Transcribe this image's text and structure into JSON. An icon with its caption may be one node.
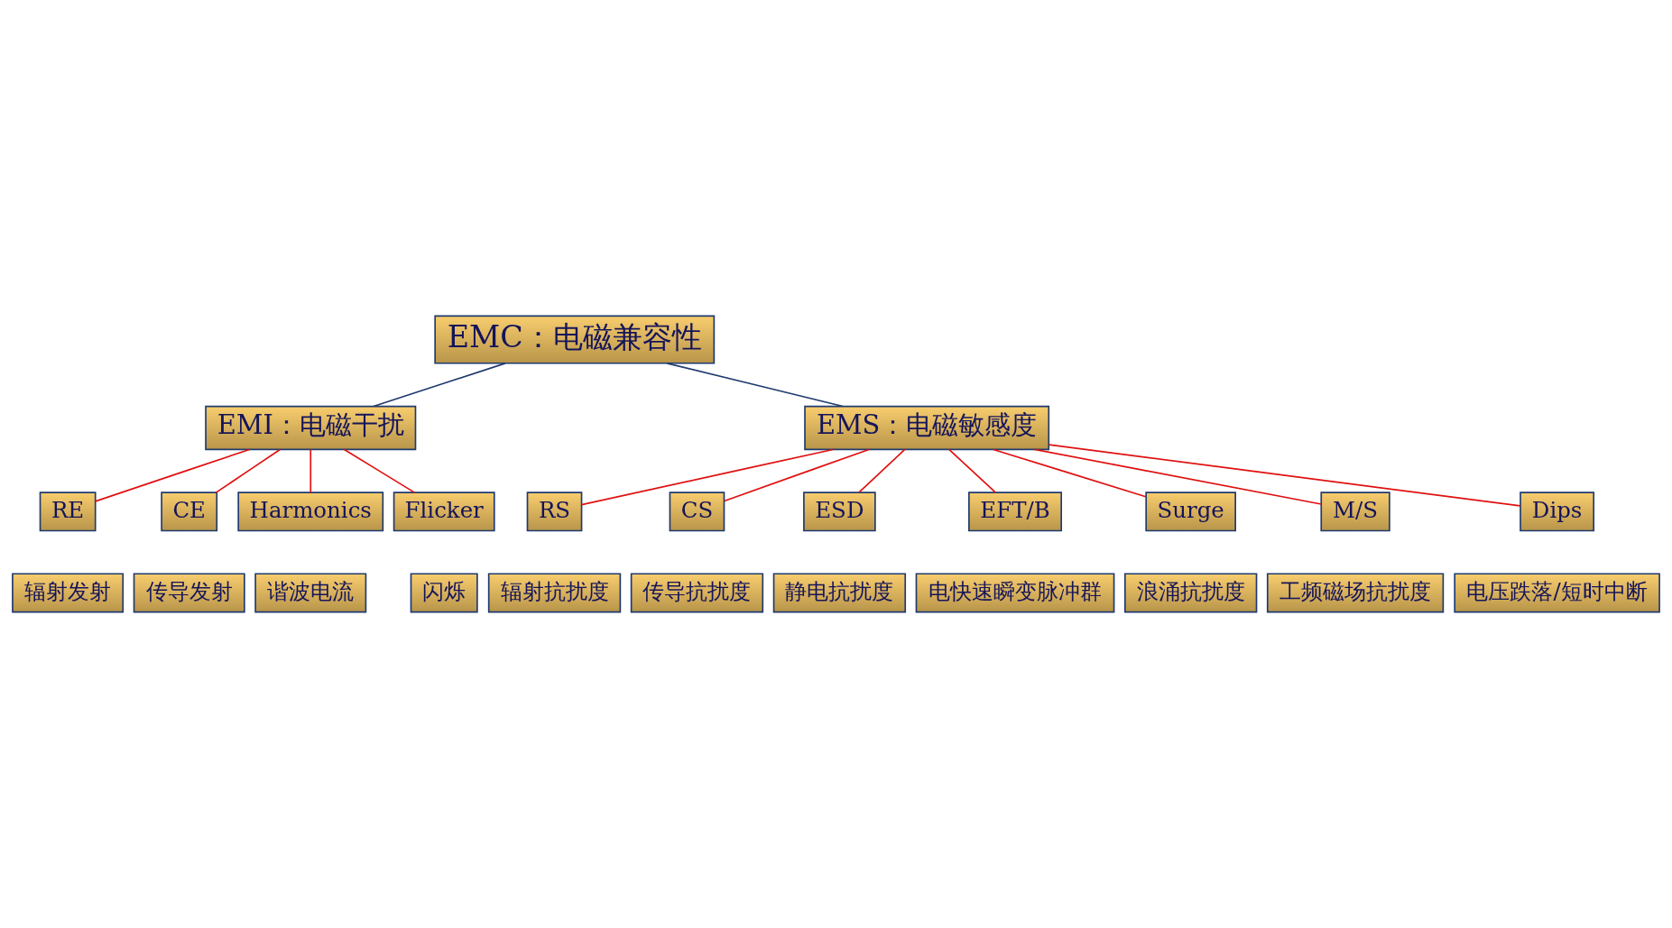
{
  "diagram": {
    "nodes": [
      {
        "text": [
          "EMC：电磁兼容性"
        ]
      },
      {
        "text": [
          "EMI：电磁干扰"
        ]
      },
      {
        "text": [
          "EMS：电磁敏感度"
        ]
      },
      {
        "text": [
          "RE"
        ]
      },
      {
        "text": [
          "CE"
        ]
      },
      {
        "text": [
          "Harmonics"
        ]
      },
      {
        "text": [
          "Flicker"
        ]
      },
      {
        "text": [
          "RS"
        ]
      },
      {
        "text": [
          "CS"
        ]
      },
      {
        "text": [
          "ESD"
        ]
      },
      {
        "text": [
          "EFT/B"
        ]
      },
      {
        "text": [
          "Surge"
        ]
      },
      {
        "text": [
          "M/S"
        ]
      },
      {
        "text": [
          "Dips"
        ]
      },
      {
        "text": [
          "辐射发射"
        ]
      },
      {
        "text": [
          "传导发射"
        ]
      },
      {
        "text": [
          "谐波电流"
        ]
      },
      {
        "text": [
          "闪烁"
        ]
      },
      {
        "text": [
          "辐射抗扰度"
        ]
      },
      {
        "text": [
          "传导抗扰度"
        ]
      },
      {
        "text": [
          "静电抗扰度"
        ]
      },
      {
        "text": [
          "电快速瞬变脉冲群"
        ]
      },
      {
        "text": [
          "浪涌抗扰度"
        ]
      },
      {
        "text": [
          "工频磁场抗扰度"
        ]
      },
      {
        "text": [
          "电压跌落/短时中断"
        ]
      }
    ],
    "edges": [
      {
        "from": 0,
        "to": 1,
        "arrow": "none",
        "color": "#1f3a6e"
      },
      {
        "from": 0,
        "to": 2,
        "arrow": "none",
        "color": "#1f3a6e"
      },
      {
        "from": 1,
        "to": 3,
        "arrow": "none"
      },
      {
        "from": 1,
        "to": 4,
        "arrow": "none"
      },
      {
        "from": 1,
        "to": 5,
        "arrow": "none"
      },
      {
        "from": 1,
        "to": 6,
        "arrow": "none"
      },
      {
        "from": 2,
        "to": 7,
        "arrow": "none"
      },
      {
        "from": 2,
        "to": 8,
        "arrow": "none"
      },
      {
        "from": 2,
        "to": 9,
        "arrow": "none"
      },
      {
        "from": 2,
        "to": 10,
        "arrow": "none"
      },
      {
        "from": 2,
        "to": 11,
        "arrow": "none"
      },
      {
        "from": 2,
        "to": 12,
        "arrow": "none"
      },
      {
        "from": 2,
        "to": 13,
        "arrow": "none"
      }
    ]
  }
}
